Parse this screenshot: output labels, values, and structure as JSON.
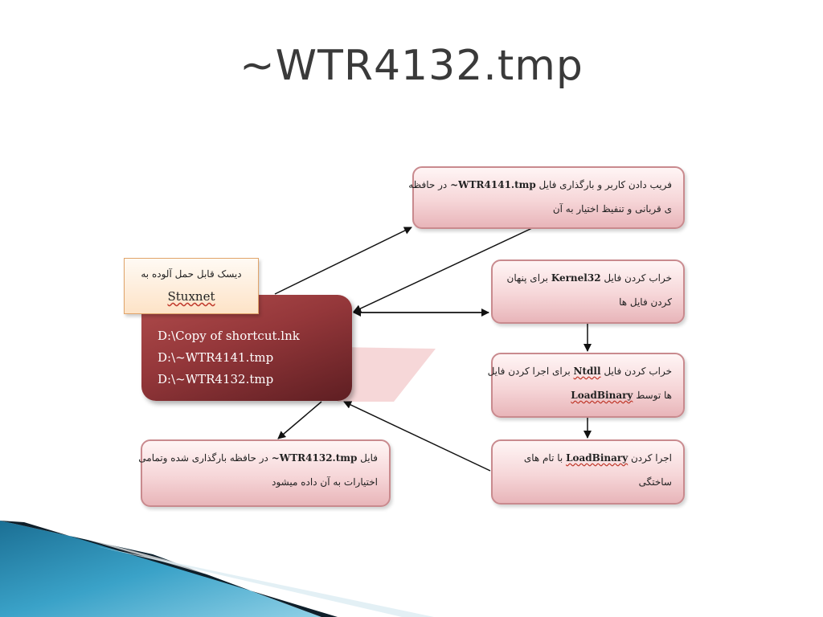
{
  "slide": {
    "title": "~WTR4132.tmp"
  },
  "center": {
    "files": [
      "D:\\Copy of shortcut.lnk",
      "D:\\~WTR4141.tmp",
      "D:\\~WTR4132.tmp"
    ]
  },
  "disk": {
    "label": "دیسک قابل حمل آلوده به",
    "name": "Stuxnet"
  },
  "boxes": {
    "deceive": {
      "p1": "فریب دادن کاربر و بارگذاری فایل ",
      "file": "~WTR4141.tmp",
      "p2": " در حافظه",
      "line2": "ی قربانی و تنفیظ اختیار به آن"
    },
    "kernel": {
      "p1": "خراب کردن فایل ",
      "file": "Kernel32",
      "p2": " برای پنهان",
      "line2": "کردن فایل ها"
    },
    "ntdll": {
      "p1": "خراب کردن فایل ",
      "file": "Ntdll",
      "p2": " برای اجرا کردن فایل",
      "line2a": "ها توسط ",
      "func": "LoadBinary"
    },
    "run": {
      "p1": "اجرا کردن ",
      "func": "LoadBinary",
      "p2": " با تام های",
      "line2": "ساختگی"
    },
    "load": {
      "p1": "فایل ",
      "file": "~WTR4132.tmp",
      "p2": " در حافظه بارگذاری شده وتمامی",
      "line2": "اختیارات به آن داده میشود"
    }
  }
}
